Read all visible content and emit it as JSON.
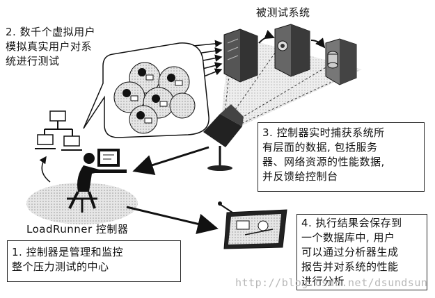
{
  "labels": {
    "system_under_test": "被测试系统",
    "note2": "2. 数千个虚拟用户\n模拟真实用户对系\n统进行测试",
    "note3": "3. 控制器实时捕获系统所\n有层面的数据, 包括服务\n器、网络资源的性能数据,\n并反馈给控制台",
    "controller": "LoadRunner 控制器",
    "note1": "1. 控制器是管理和监控\n整个压力测试的中心",
    "note4": "4. 执行结果会保存到\n一个数据库中, 用户\n可以通过分析器生成\n报告并对系统的性能\n进行分析",
    "watermark": "http://blog.csdn.net/dsundsun"
  },
  "icons": [
    "server-icon",
    "camera-icon",
    "network-computers-icon",
    "operator-workstation-icon",
    "analysis-monitor-icon",
    "virtual-users-icon"
  ]
}
